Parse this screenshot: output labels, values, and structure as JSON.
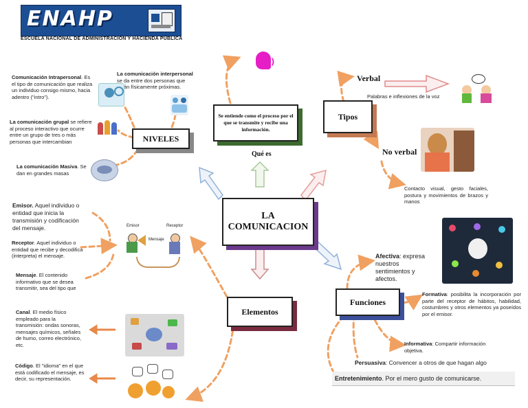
{
  "logo": {
    "wordmark": "ENAHP",
    "subtitle": "ESCUELA NACIONAL DE ADMINISTRACIÓN Y HACIENDA PÚBLICA"
  },
  "center": {
    "title": "LA COMUNICACION"
  },
  "que_es": {
    "label": "Qué es",
    "definition": "Se entiende como el proceso por el que se transmite y recibe una información."
  },
  "niveles": {
    "title": "NIVELES",
    "intrapersonal": {
      "term": "Comunicación Intrapersonal",
      "text": ". Es el tipo de comunicación que realiza un individuo consigo mismo, hacia adentro (\"intro\")."
    },
    "interpersonal": {
      "term": "La comunicación interpersonal",
      "text": " se da entre dos personas que están físicamente próximas."
    },
    "grupal": {
      "term": "La comunicación grupal",
      "text": " se refiere al proceso interactivo que ocurre entre un grupo de tres o más personas que intercambian"
    },
    "masiva": {
      "term": "La comunicación Masiva",
      "text": ". Se dan en grandes masas"
    }
  },
  "tipos": {
    "title": "Tipos",
    "verbal": {
      "label": "Verbal",
      "desc": "Palabras e inflexiones de la voz"
    },
    "no_verbal": {
      "label": "No verbal",
      "desc": "Contacto visual, gesto faciales, postura y movimientos de brazos y manos"
    }
  },
  "elementos": {
    "title": "Elementos",
    "emisor": {
      "term": "Emisor.",
      "text": " Aquel individuo o entidad que inicia la transmisión y codificación del mensaje."
    },
    "receptor": {
      "term": "Receptor",
      "text": ". Aquel individuo o entidad que recibe y decodifica (interpreta) el mensaje."
    },
    "mensaje": {
      "term": "Mensaje",
      "text": ". El contenido informativo que se desea transmitir, sea del tipo que"
    },
    "canal": {
      "term": "Canal",
      "text": ". El medio físico empleado para la transmisión: ondas sonoras, mensajes químicos, señales de humo, correo electrónico, etc."
    },
    "codigo": {
      "term": "Código",
      "text": ". El \"idioma\" en el que está codificado el mensaje, es decir, su representación."
    },
    "diagram_labels": {
      "emisor": "Emisor",
      "receptor": "Receptor",
      "mensaje": "Mensaje"
    }
  },
  "funciones": {
    "title": "Funciones",
    "afectiva": {
      "term": "Afectiva",
      "text": ": expresa nuestros sentimientos y afectos."
    },
    "formativa": {
      "term": "Formativa",
      "text": ": posibilita la incorporación por parte del receptor de hábitos, habilidad, costumbres y otros elementos ya poseídos por el emisor."
    },
    "informativa": {
      "term": "Informativa",
      "text": ": Compartir información objetiva."
    },
    "persuasiva": {
      "term": "Persuasiva",
      "text": ": Convencer a otros de que hagan algo"
    },
    "entretenimiento": {
      "term": "Entretenimiento",
      "text": ". Por el mero gusto de comunicarse."
    }
  },
  "colors": {
    "dashed": "#f0a060",
    "logo_blue": "#1c4e94",
    "arrow_pink": "#e89a9a",
    "arrow_blue": "#8fb0d8",
    "arrow_green": "#a8c89a"
  }
}
